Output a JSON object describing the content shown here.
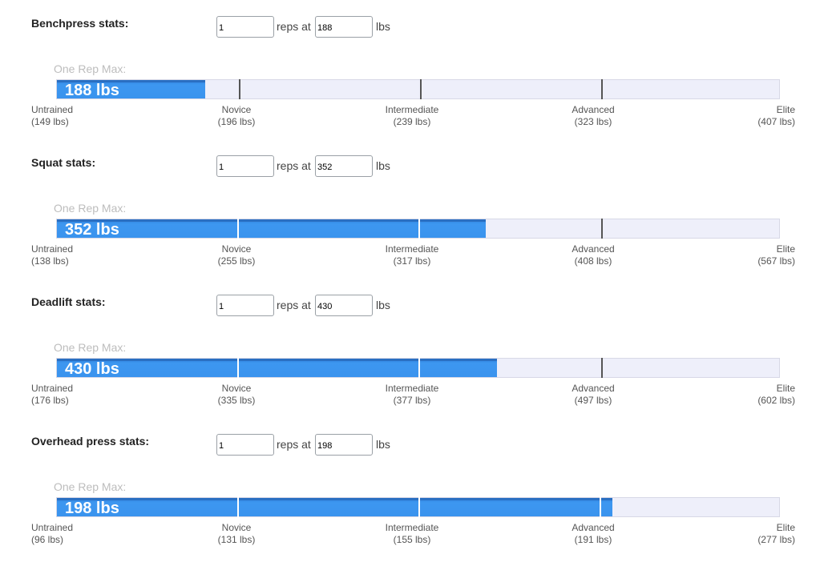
{
  "common": {
    "reps_at_label": "reps at",
    "lbs_label": "lbs",
    "one_rep_max_label": "One Rep Max:",
    "levels": [
      "Untrained",
      "Novice",
      "Intermediate",
      "Advanced",
      "Elite"
    ]
  },
  "lifts": [
    {
      "title": "Benchpress stats:",
      "reps": "1",
      "weight": "188",
      "one_rep_max": "188 lbs",
      "progress_fraction": 0.205,
      "thresholds": [
        "(149 lbs)",
        "(196 lbs)",
        "(239 lbs)",
        "(323 lbs)",
        "(407 lbs)"
      ]
    },
    {
      "title": "Squat stats:",
      "reps": "1",
      "weight": "352",
      "one_rep_max": "352 lbs",
      "progress_fraction": 0.594,
      "thresholds": [
        "(138 lbs)",
        "(255 lbs)",
        "(317 lbs)",
        "(408 lbs)",
        "(567 lbs)"
      ]
    },
    {
      "title": "Deadlift stats:",
      "reps": "1",
      "weight": "430",
      "one_rep_max": "430 lbs",
      "progress_fraction": 0.609,
      "thresholds": [
        "(176 lbs)",
        "(335 lbs)",
        "(377 lbs)",
        "(497 lbs)",
        "(602 lbs)"
      ]
    },
    {
      "title": "Overhead press stats:",
      "reps": "1",
      "weight": "198",
      "one_rep_max": "198 lbs",
      "progress_fraction": 0.769,
      "thresholds": [
        "(96 lbs)",
        "(131 lbs)",
        "(155 lbs)",
        "(191 lbs)",
        "(277 lbs)"
      ]
    }
  ]
}
